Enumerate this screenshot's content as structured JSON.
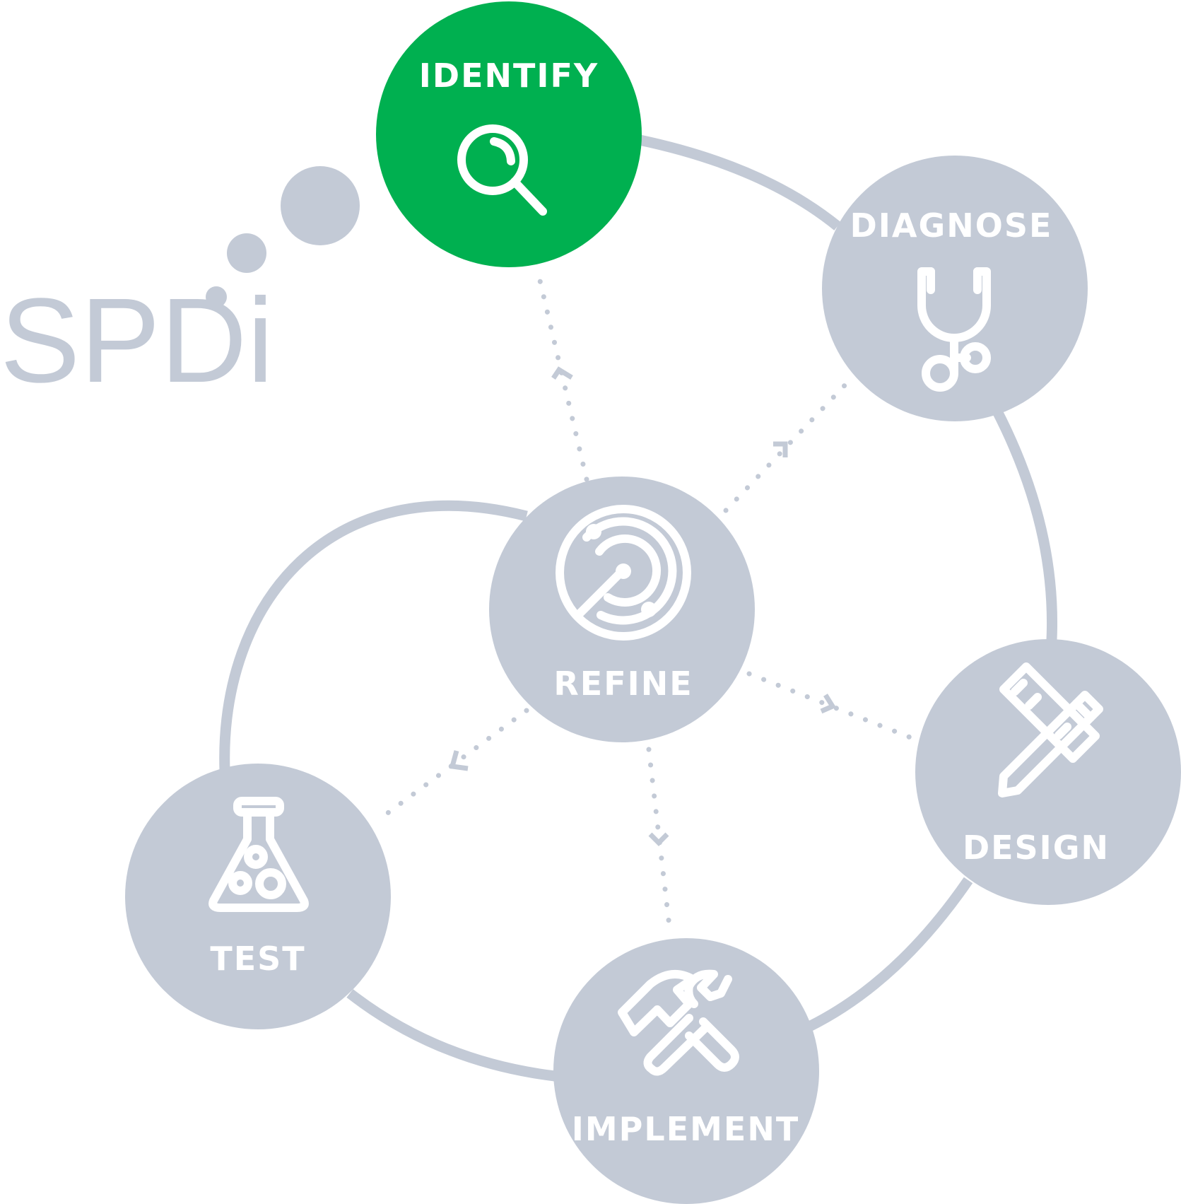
{
  "brand": {
    "text": "SPDi"
  },
  "colors": {
    "active": "#00b050",
    "inactive": "#c3cad6",
    "text": "#ffffff"
  },
  "nodes": [
    {
      "id": "identify",
      "label": "IDENTIFY",
      "icon": "magnifier-icon",
      "active": true
    },
    {
      "id": "diagnose",
      "label": "DIAGNOSE",
      "icon": "stethoscope-icon",
      "active": false
    },
    {
      "id": "design",
      "label": "DESIGN",
      "icon": "pencil-ruler-icon",
      "active": false
    },
    {
      "id": "implement",
      "label": "IMPLEMENT",
      "icon": "tools-icon",
      "active": false
    },
    {
      "id": "test",
      "label": "TEST",
      "icon": "flask-icon",
      "active": false
    },
    {
      "id": "refine",
      "label": "REFINE",
      "icon": "radar-icon",
      "active": false
    }
  ]
}
